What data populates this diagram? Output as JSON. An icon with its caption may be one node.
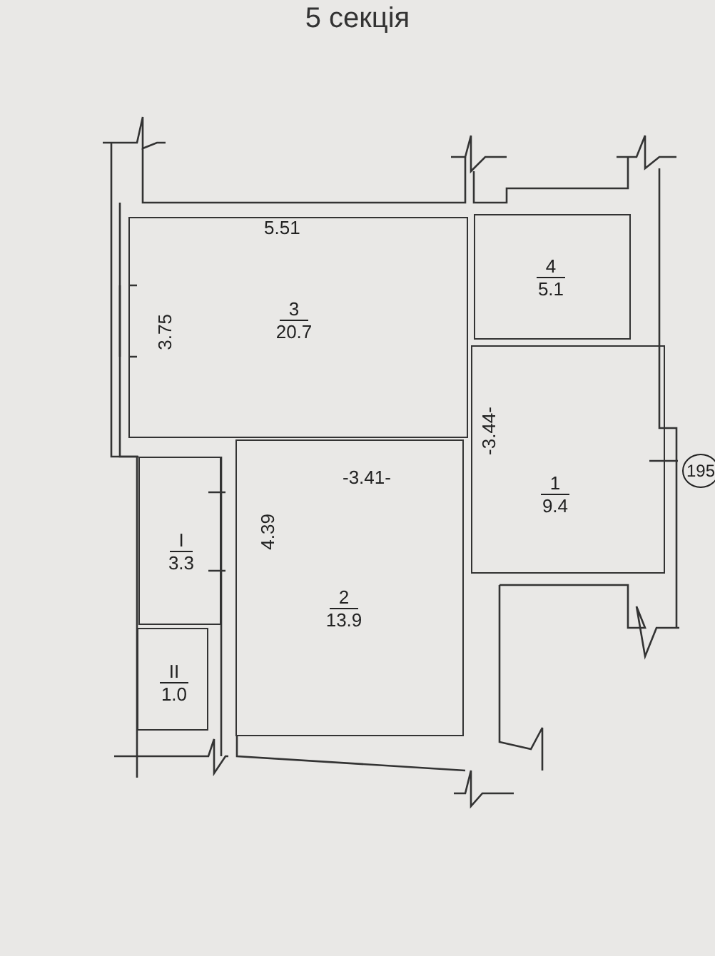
{
  "diagram": {
    "title": "5 секція",
    "nodes": [
      {
        "text": [
          "3",
          "20.7"
        ]
      },
      {
        "text": [
          "4",
          "5.1"
        ]
      },
      {
        "text": [
          "1",
          "9.4"
        ]
      },
      {
        "text": [
          "I",
          "3.3"
        ]
      },
      {
        "text": [
          "2",
          "13.9"
        ]
      },
      {
        "text": [
          "II",
          "1.0"
        ]
      }
    ],
    "labels": [
      "5.51",
      "3.75",
      "-3.44-",
      "-3.41-",
      "195",
      "4.39"
    ]
  }
}
